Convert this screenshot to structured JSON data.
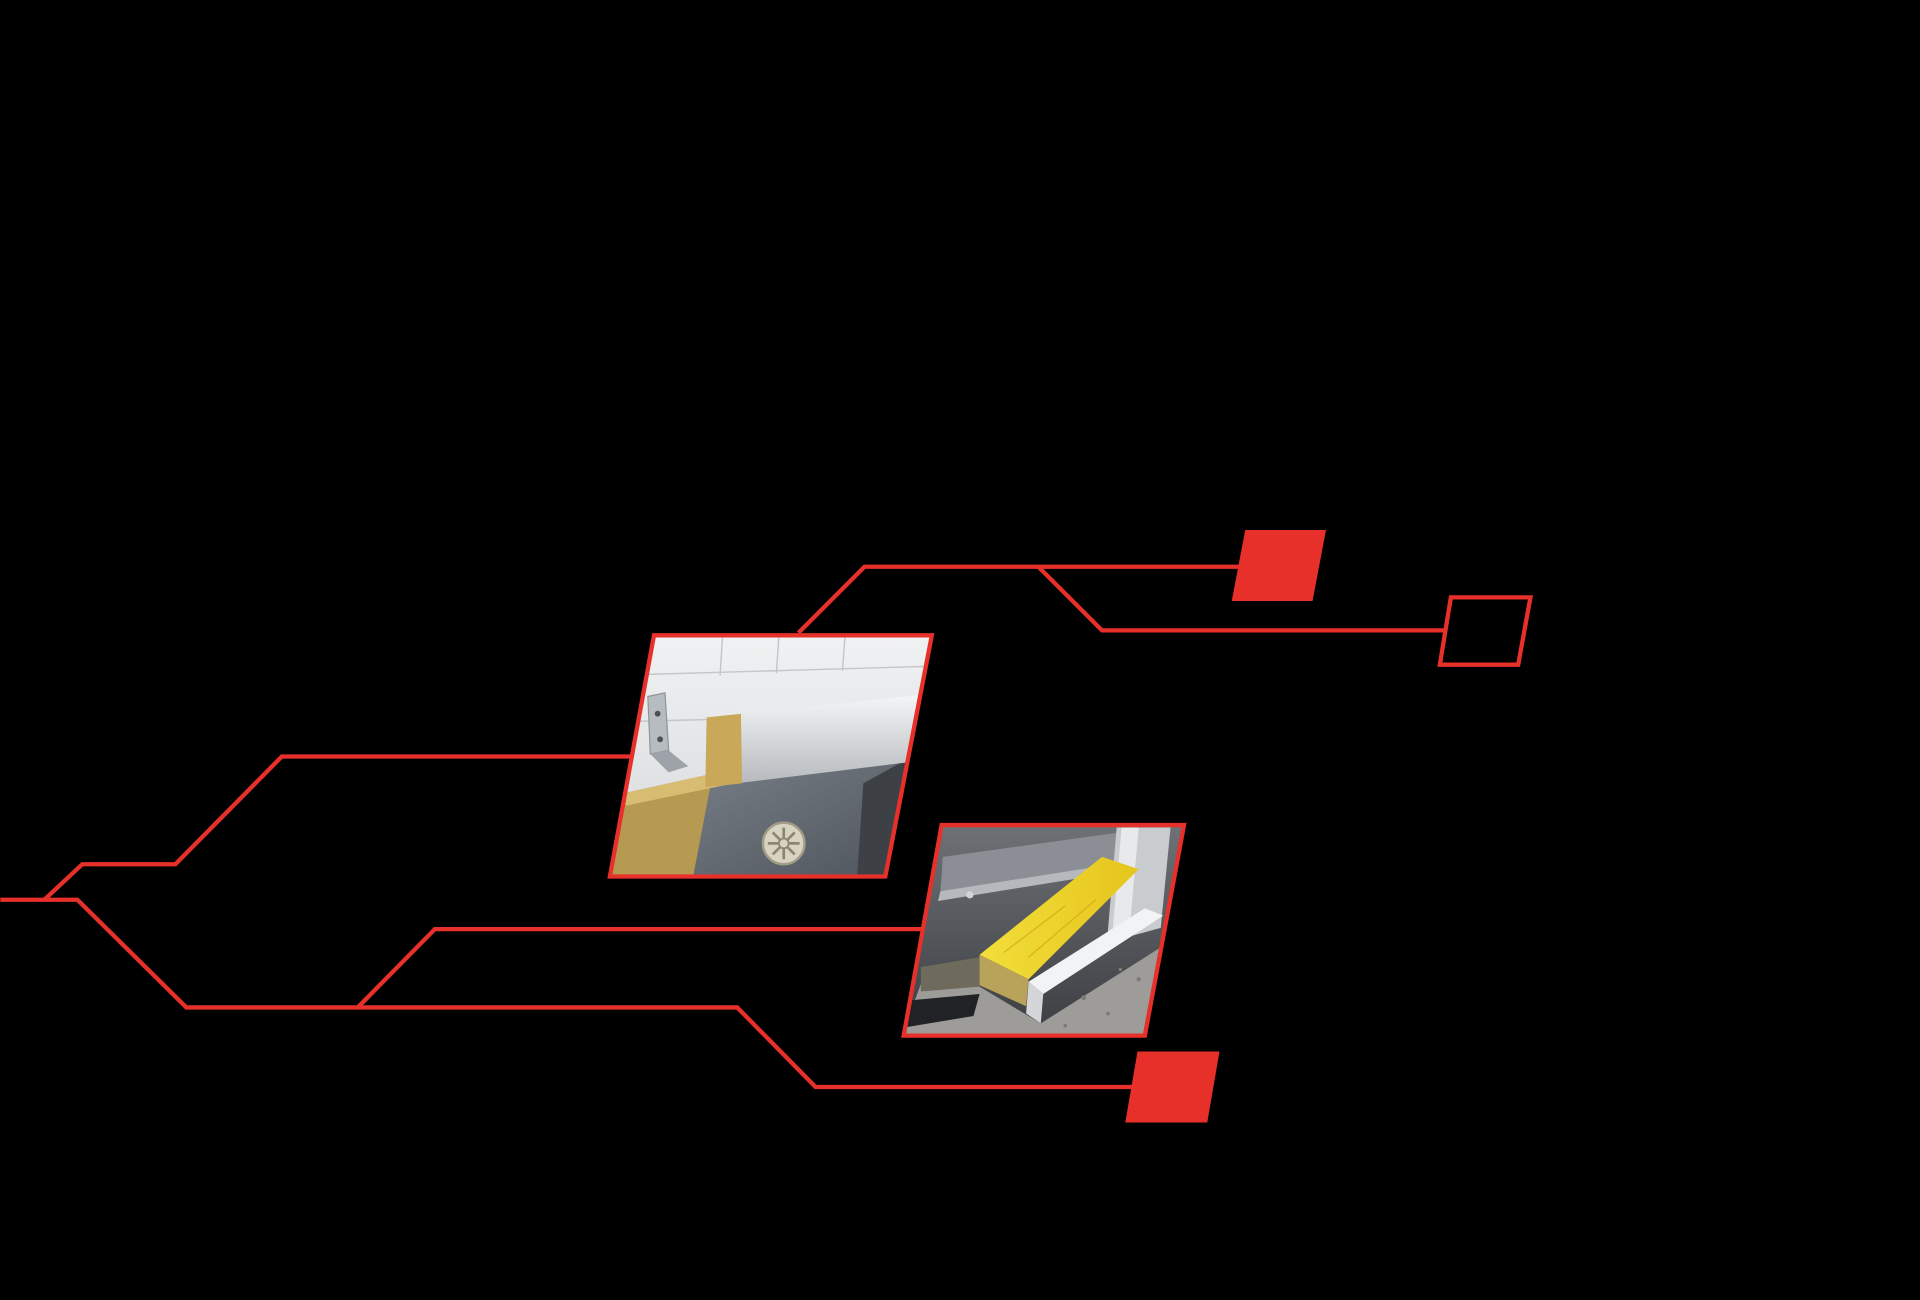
{
  "colors": {
    "background": "#000000",
    "accent": "#e8302a"
  },
  "graphics": {
    "circuit_lines": "red-circuit-trace-lines",
    "photo_upper": "facade-insulation-cavity-barrier-photo",
    "photo_lower": "floor-edge-insulation-profile-photo",
    "markers": [
      "filled-square-marker",
      "outline-square-marker",
      "filled-square-marker"
    ]
  }
}
